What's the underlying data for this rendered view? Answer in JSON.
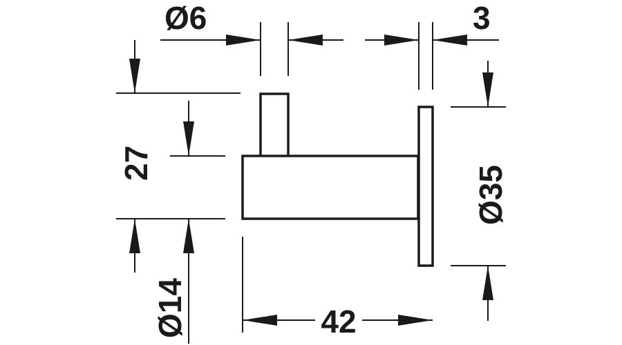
{
  "drawing": {
    "dimensions": {
      "pin_diameter": "Ø6",
      "plate_thickness": "3",
      "height_to_pin": "27",
      "plate_diameter": "Ø35",
      "body_diameter": "Ø14",
      "projection_length": "42"
    }
  }
}
